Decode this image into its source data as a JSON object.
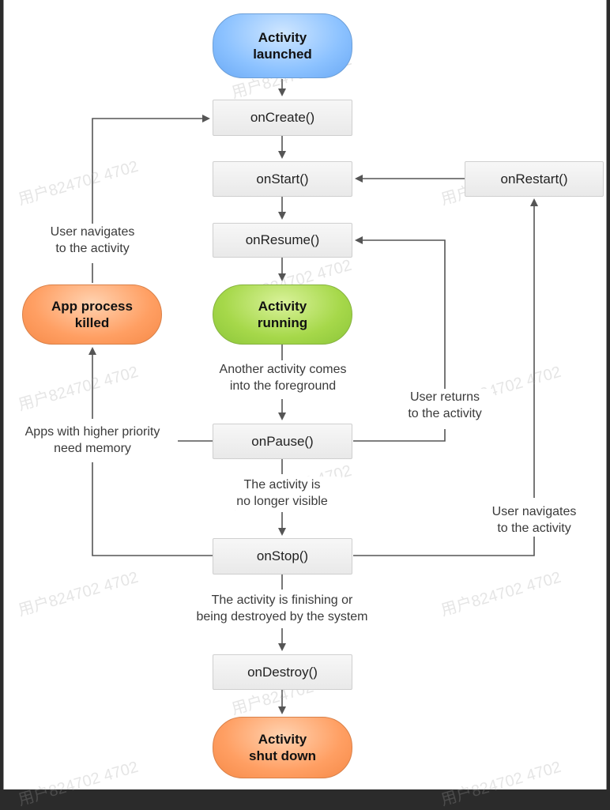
{
  "nodes": {
    "activity_launched": "Activity\nlaunched",
    "on_create": "onCreate()",
    "on_start": "onStart()",
    "on_restart": "onRestart()",
    "on_resume": "onResume()",
    "activity_running": "Activity\nrunning",
    "app_process_killed": "App process\nkilled",
    "on_pause": "onPause()",
    "on_stop": "onStop()",
    "on_destroy": "onDestroy()",
    "activity_shut_down": "Activity\nshut down"
  },
  "edge_labels": {
    "user_navigates_top": "User navigates\nto the activity",
    "another_activity": "Another activity comes\ninto the foreground",
    "user_returns": "User returns\nto the activity",
    "apps_higher_priority": "Apps with higher priority\nneed memory",
    "no_longer_visible": "The activity is\nno longer visible",
    "user_navigates_right": "User navigates\nto the activity",
    "finishing": "The activity is finishing or\nbeing destroyed by the system"
  },
  "watermark": "用户824702 4702",
  "colors": {
    "start_node": "#8cc2ff",
    "running_node": "#a6d84a",
    "terminal_node": "#ff9f63",
    "arrow": "#555555"
  }
}
